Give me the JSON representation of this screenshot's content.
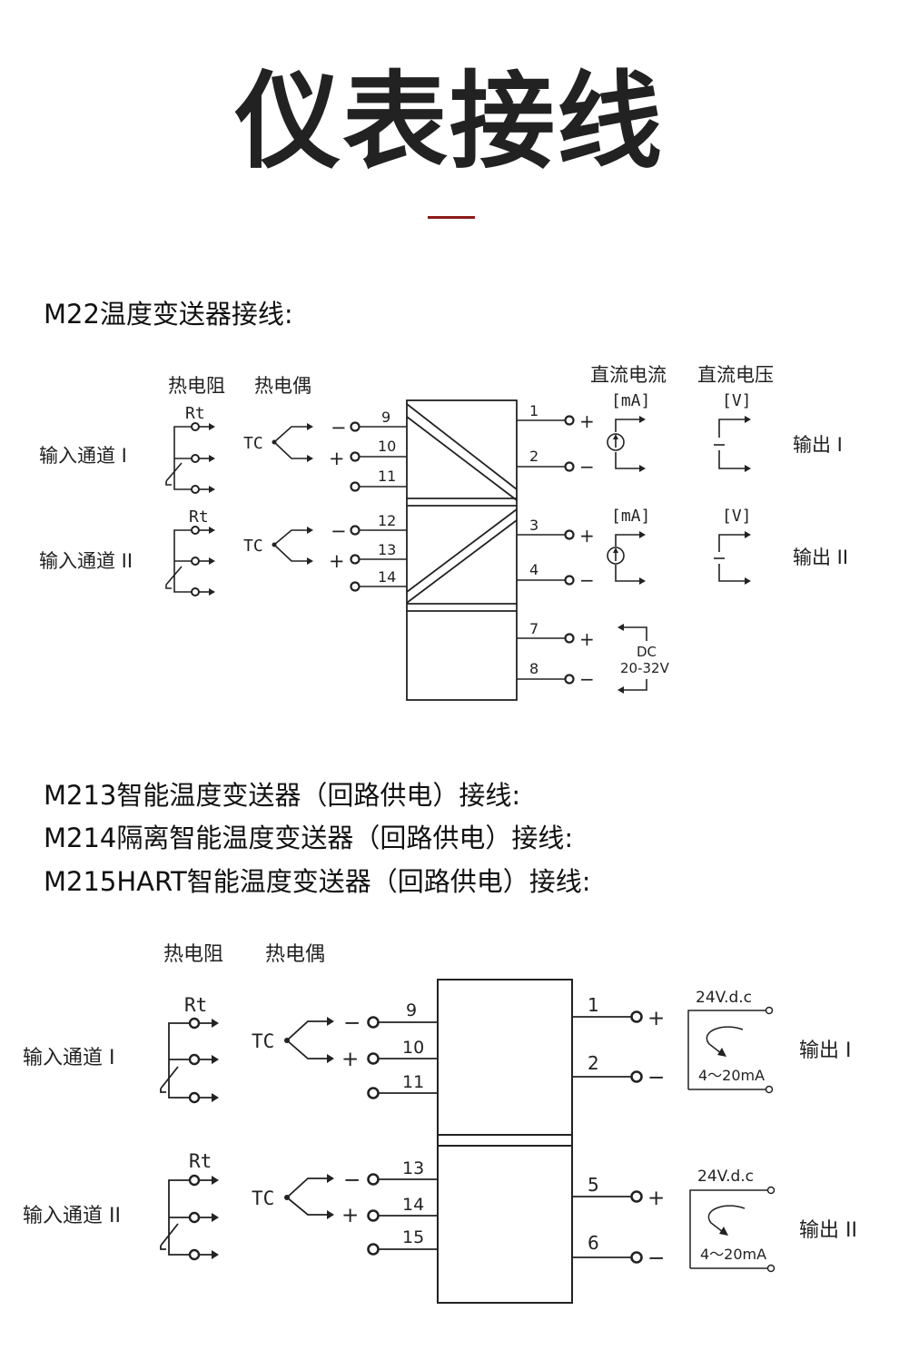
{
  "title": "仪表接线",
  "accent_color": "#8b1a1a",
  "section1": {
    "heading": "M22温度变送器接线:",
    "header_rtd": "热电阻",
    "header_tc": "热电偶",
    "header_current": "直流电流",
    "header_voltage": "直流电压",
    "unit_ma": "[mA]",
    "unit_v": "[V]",
    "rt_label": "Rt",
    "tc_label": "TC",
    "input_ch1": "输入通道 I",
    "input_ch2": "输入通道 II",
    "output_ch1": "输出 I",
    "output_ch2": "输出 II",
    "minus": "−",
    "plus": "+",
    "terminals_left": [
      "9",
      "10",
      "11",
      "12",
      "13",
      "14"
    ],
    "terminals_right": [
      "1",
      "2",
      "3",
      "4",
      "7",
      "8"
    ],
    "power_dc": "DC",
    "power_range": "20-32V"
  },
  "section2": {
    "headings": [
      "M213智能温度变送器（回路供电）接线:",
      "M214隔离智能温度变送器（回路供电）接线:",
      "M215HART智能温度变送器（回路供电）接线:"
    ],
    "header_rtd": "热电阻",
    "header_tc": "热电偶",
    "rt_label": "Rt",
    "tc_label": "TC",
    "input_ch1": "输入通道 I",
    "input_ch2": "输入通道 II",
    "output_ch1": "输出 I",
    "output_ch2": "输出 II",
    "minus": "−",
    "plus": "+",
    "terminals_left": [
      "9",
      "10",
      "11",
      "13",
      "14",
      "15"
    ],
    "terminals_right": [
      "1",
      "2",
      "5",
      "6"
    ],
    "supply_label": "24V.d.c",
    "loop_label": "4～20mA"
  }
}
